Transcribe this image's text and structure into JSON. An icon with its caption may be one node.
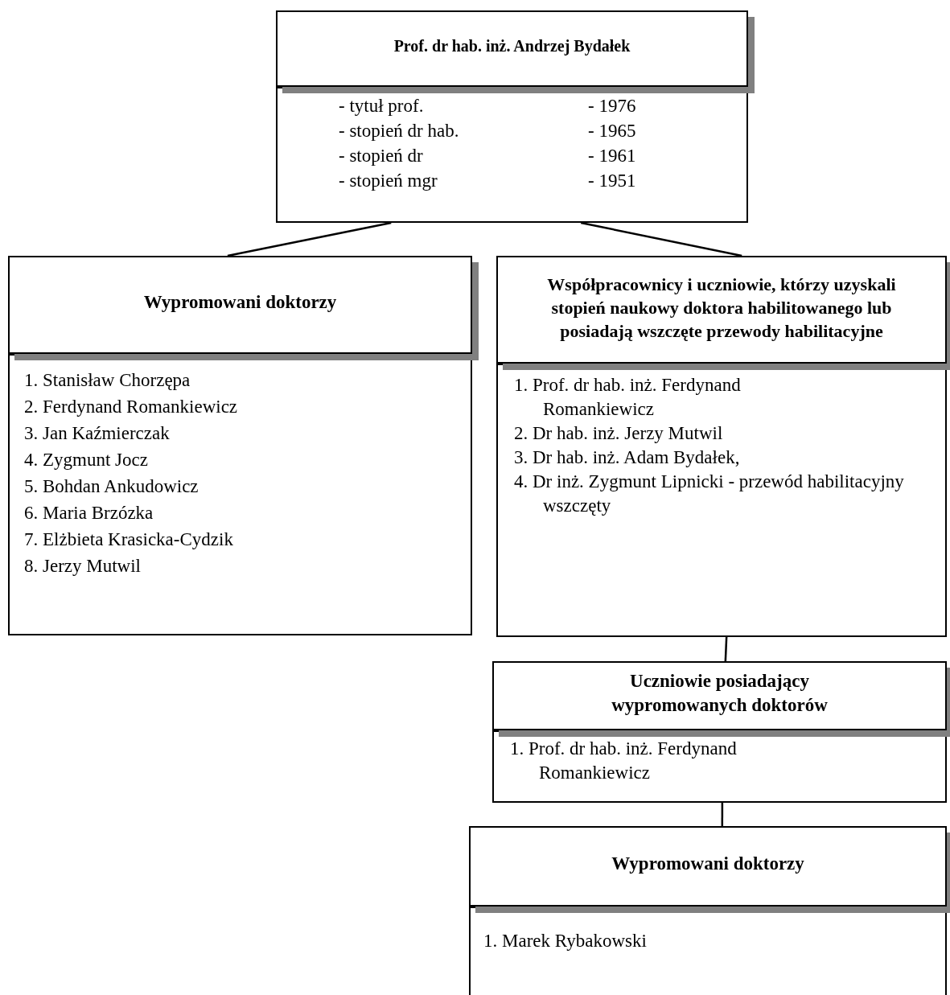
{
  "diagram": {
    "nodes": [
      {
        "text": [
          "Prof. dr hab. inż. Andrzej Bydałek"
        ]
      },
      {
        "text": [
          "- tytuł prof.",
          "- 1976",
          "- stopień dr hab.",
          "- 1965",
          "- stopień dr",
          "- 1961",
          "- stopień mgr",
          "- 1951"
        ]
      },
      {
        "text": [
          "Wypromowani doktorzy"
        ]
      },
      {
        "text": [
          "1. Stanisław Chorzępa",
          "2. Ferdynand Romankiewicz",
          "3. Jan Kaźmierczak",
          "4. Zygmunt Jocz",
          "5. Bohdan Ankudowicz",
          "6. Maria Brzózka",
          "7. Elżbieta Krasicka-Cydzik",
          "8. Jerzy Mutwil"
        ]
      },
      {
        "text": [
          "Współpracownicy i uczniowie, którzy uzyskali stopień naukowy doktora habilitowanego lub posiadają wszczęte przewody habilitacyjne"
        ]
      },
      {
        "text": [
          "1. Prof. dr hab. inż. Ferdynand Romankiewicz",
          "2. Dr hab. inż. Jerzy Mutwil",
          "3. Dr hab. inż. Adam Bydałek,",
          "4. Dr inż. Zygmunt Lipnicki - przewód habilitacyjny wszczęty"
        ]
      },
      {
        "text": [
          "Uczniowie posiadający wypromowanych doktorów"
        ]
      },
      {
        "text": [
          "1. Prof. dr hab. inż. Ferdynand Romankiewicz"
        ]
      },
      {
        "text": [
          "Wypromowani doktorzy"
        ]
      },
      {
        "text": [
          "1. Marek Rybakowski"
        ]
      }
    ],
    "edges": [
      {
        "from": 1,
        "to": 2,
        "arrow": "none"
      },
      {
        "from": 1,
        "to": 4,
        "arrow": "none"
      },
      {
        "from": 5,
        "to": 6,
        "arrow": "none"
      },
      {
        "from": 7,
        "to": 8,
        "arrow": "none"
      }
    ]
  }
}
